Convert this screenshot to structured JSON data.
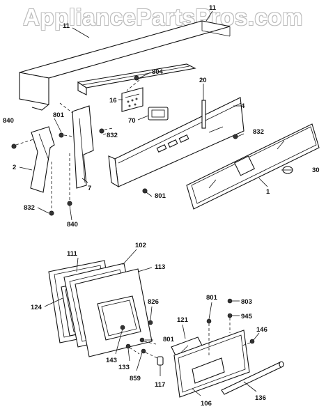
{
  "watermark": {
    "text": "AppliancePartsPros.com"
  },
  "callouts": {
    "c11a": "11",
    "c11b": "11",
    "c804": "804",
    "c20": "20",
    "c16": "16",
    "c4": "4",
    "c70": "70",
    "c840a": "840",
    "c801a": "801",
    "c832a": "832",
    "c832b": "832",
    "c2": "2",
    "c7": "7",
    "c801b": "801",
    "c30": "30",
    "c1": "1",
    "c832c": "832",
    "c840b": "840",
    "c111": "111",
    "c102": "102",
    "c113": "113",
    "c124": "124",
    "c826": "826",
    "c801c": "801",
    "c803": "803",
    "c945": "945",
    "c121": "121",
    "c146": "146",
    "c801d": "801",
    "c143": "143",
    "c133": "133",
    "c859": "859",
    "c117": "117",
    "c106": "106",
    "c136": "136"
  }
}
